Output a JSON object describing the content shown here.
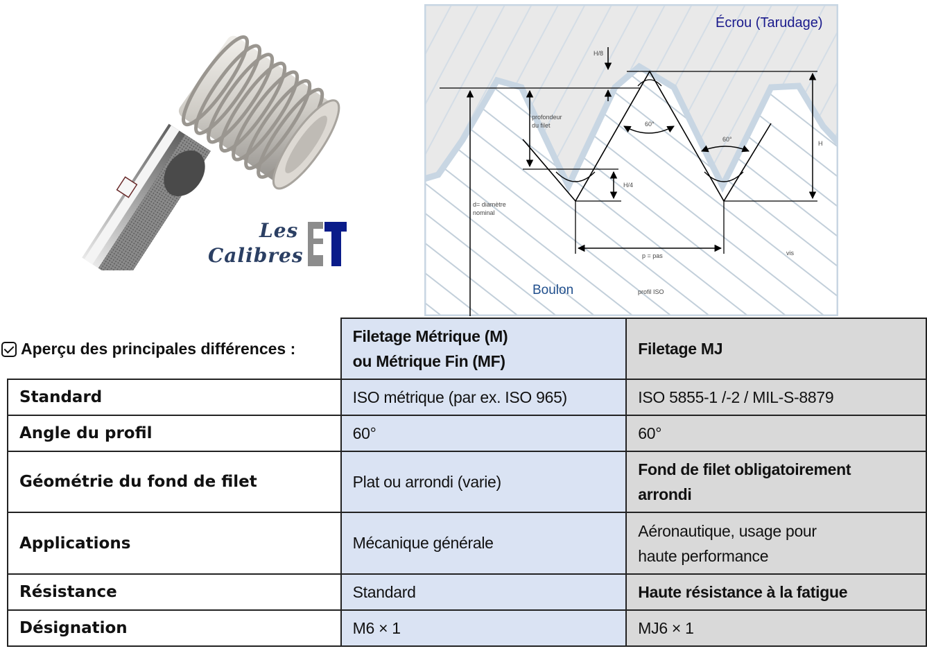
{
  "photo": {
    "alt": "Calibre tampon fileté (thread plug gauge)",
    "logo": {
      "line1": "Les",
      "line2": "Calibres",
      "mark": "ET"
    }
  },
  "diagram": {
    "title_top": "Écrou (Tarudage)",
    "title_bottom": "Boulon",
    "labels": {
      "h8": "H/8",
      "h4": "H/4",
      "h": "H",
      "depth_line1": "profondeur",
      "depth_line2": "du filet",
      "angle1": "60°",
      "angle2": "60°",
      "diameter_line1": "d= diamètre",
      "diameter_line2": "nominal",
      "pitch": "p = pas",
      "screw": "vis",
      "profile": "profil ISO"
    },
    "colors": {
      "title": "#1a1a8c",
      "boulon": "#1f4e8c",
      "nut_fill": "#e9e9e9",
      "hatch": "#c5d3df"
    }
  },
  "intro": {
    "text": "Aperçu des principales différences :"
  },
  "table": {
    "headers": {
      "col_m_line1": "Filetage Métrique (M)",
      "col_m_line2": "ou Métrique Fin (MF)",
      "col_mj": "Filetage MJ"
    },
    "rows": [
      {
        "label": "Standard",
        "m": "ISO métrique (par ex. ISO 965)",
        "mj": "ISO 5855-1 /-2 / MIL-S-8879",
        "mj_bold": false
      },
      {
        "label": "Angle du profil",
        "m": "60°",
        "mj": "60°",
        "mj_bold": false
      },
      {
        "label": "Géométrie du fond de filet",
        "m": "Plat ou arrondi (varie)",
        "mj_line1": "Fond de filet obligatoirement",
        "mj_line2": "arrondi",
        "mj_bold": true
      },
      {
        "label": "Applications",
        "m": "Mécanique générale",
        "mj_line1": "Aéronautique, usage pour",
        "mj_line2": "haute performance",
        "mj_bold": false
      },
      {
        "label": "Résistance",
        "m": "Standard",
        "mj": "Haute résistance à la fatigue",
        "mj_bold": true
      },
      {
        "label": "Désignation",
        "m": "M6 × 1",
        "mj": "MJ6 × 1",
        "mj_bold": false
      }
    ],
    "colors": {
      "col_m_bg": "#dae3f3",
      "col_mj_bg": "#d9d9d9",
      "border": "#222222"
    }
  }
}
